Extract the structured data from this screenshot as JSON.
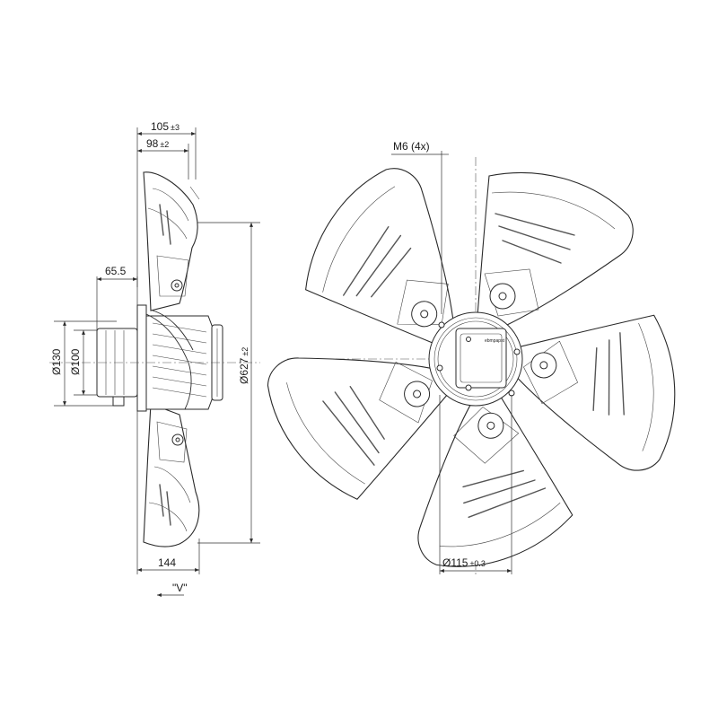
{
  "dimensions": {
    "depth_overall": {
      "value": "105",
      "tol": "±3"
    },
    "depth_blade": {
      "value": "98",
      "tol": "±2"
    },
    "hub_offset": {
      "value": "65.5"
    },
    "dia_130": {
      "value": "Ø130"
    },
    "dia_100": {
      "value": "Ø100"
    },
    "dia_627": {
      "value": "Ø627",
      "tol": "±2"
    },
    "width_144": {
      "value": "144"
    },
    "thread": {
      "value": "M6 (4x)"
    },
    "dia_115": {
      "value": "Ø115",
      "tol": "±0.3"
    }
  },
  "view_label": "\"V\"",
  "logo_text": "ebmpapst",
  "colors": {
    "line": "#2a2a2a",
    "background": "#ffffff"
  }
}
